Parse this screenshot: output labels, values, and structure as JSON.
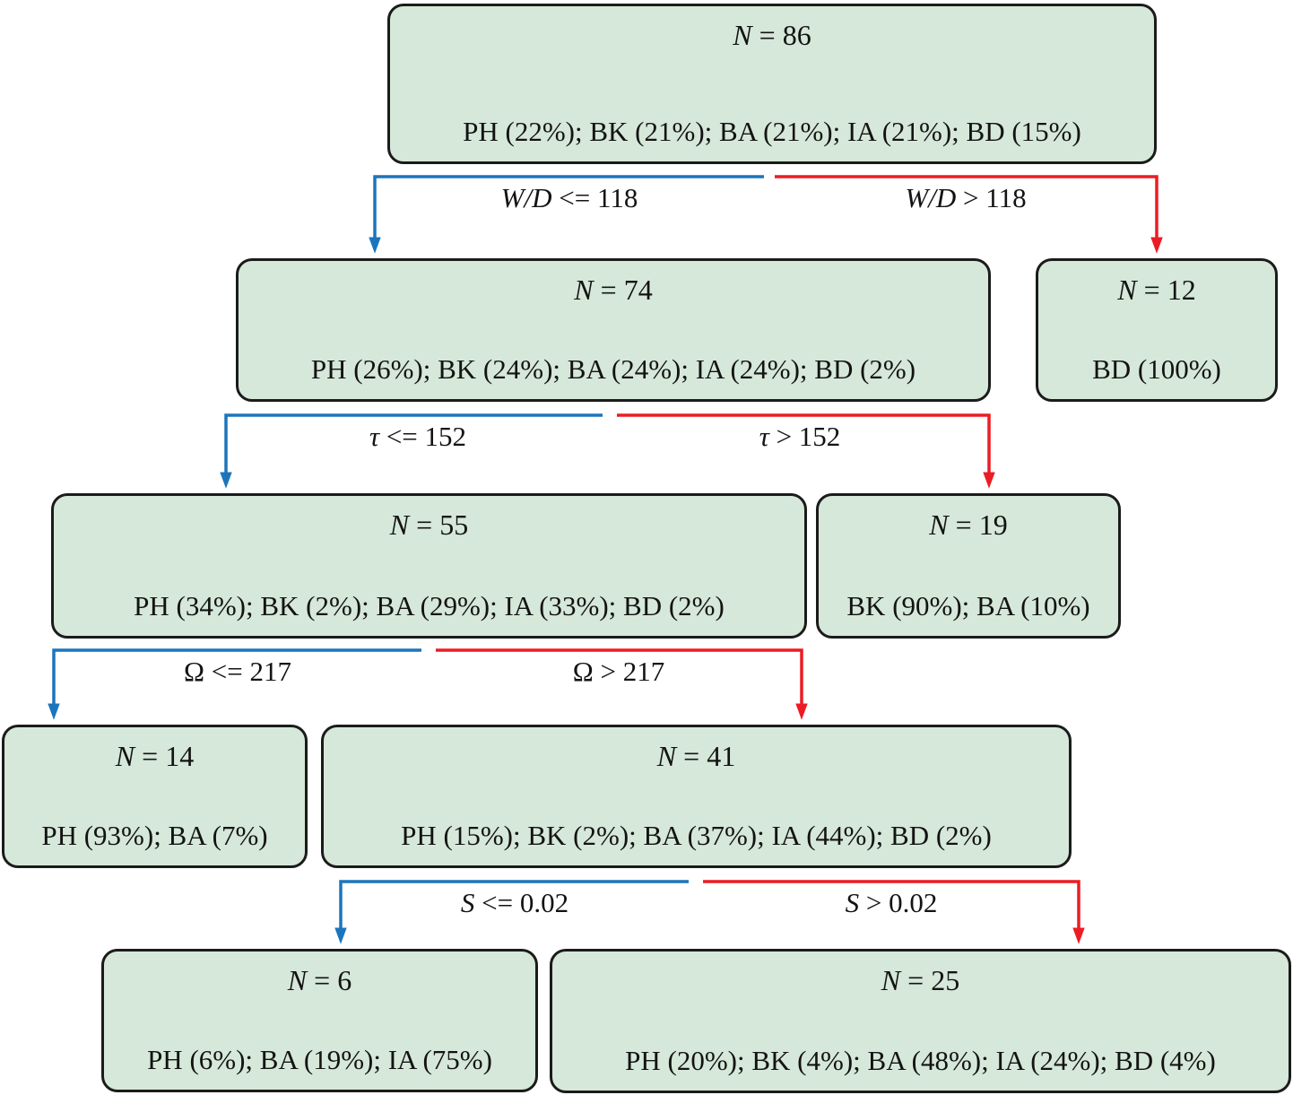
{
  "figure_type": "decision-tree",
  "colors": {
    "node_fill": "#d6e8d9",
    "node_border": "#1b1b1b",
    "left_branch": "#1b75bc",
    "right_branch": "#ec1c24",
    "text": "#131313"
  },
  "nodes": {
    "root": {
      "symbol": "N",
      "count": " = 86",
      "distribution": "PH (22%); BK (21%); BA (21%); IA (21%); BD (15%)"
    },
    "n74": {
      "symbol": "N",
      "count": " = 74",
      "distribution": "PH (26%); BK (24%); BA (24%); IA (24%); BD (2%)"
    },
    "n12": {
      "symbol": "N",
      "count": " = 12",
      "distribution": "BD (100%)"
    },
    "n55": {
      "symbol": "N",
      "count": " = 55",
      "distribution": "PH (34%); BK (2%); BA (29%); IA (33%); BD (2%)"
    },
    "n19": {
      "symbol": "N",
      "count": " = 19",
      "distribution": "BK (90%); BA (10%)"
    },
    "n14": {
      "symbol": "N",
      "count": " = 14",
      "distribution": "PH (93%); BA (7%)"
    },
    "n41": {
      "symbol": "N",
      "count": " = 41",
      "distribution": "PH (15%); BK (2%); BA (37%); IA (44%); BD (2%)"
    },
    "n6": {
      "symbol": "N",
      "count": " = 6",
      "distribution": "PH (6%); BA (19%); IA (75%)"
    },
    "n25": {
      "symbol": "N",
      "count": " = 25",
      "distribution": "PH (20%); BK (4%); BA (48%); IA (24%); BD (4%)"
    }
  },
  "splits": [
    {
      "variable": "W/D",
      "left_rest": " <= 118",
      "right_rest": " > 118"
    },
    {
      "variable": "τ",
      "left_rest": " <= 152",
      "right_rest": " > 152"
    },
    {
      "variable": "Ω",
      "left_rest": " <= 217",
      "right_rest": " > 217"
    },
    {
      "variable": "S",
      "left_rest": " <= 0.02",
      "right_rest": " > 0.02"
    }
  ]
}
